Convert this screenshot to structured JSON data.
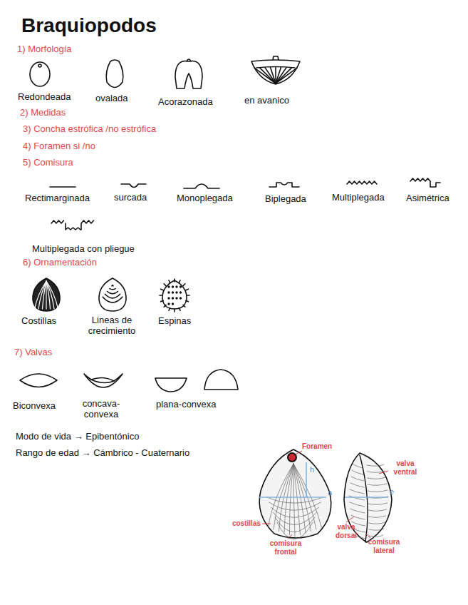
{
  "diagram": {
    "title": "Braquiopodos",
    "labels": [
      "1) Morfología",
      "Redondeada",
      "ovalada",
      "Acorazonada",
      "en avanico",
      "2) Medidas",
      "3) Concha estrófica /no estrófica",
      "4) Foramen si /no",
      "5) Comisura",
      "Rectimarginada",
      "surcada",
      "Monoplegada",
      "Biplegada",
      "Multiplegada",
      "Asimétrica",
      "Multiplegada con pliegue",
      "6) Ornamentación",
      "Costillas",
      "Lineas de crecimiento",
      "Espinas",
      "7) Valvas",
      "Biconvexa",
      "concava-convexa",
      "plana-convexa",
      "Modo de vida → Epibentónico",
      "Rango de edad → Cámbrico - Cuaternario",
      "Foramen",
      "h",
      "a",
      "e",
      "valva ventral",
      "costillas",
      "valva dorsal",
      "comisura frontal",
      "comisura lateral"
    ]
  }
}
